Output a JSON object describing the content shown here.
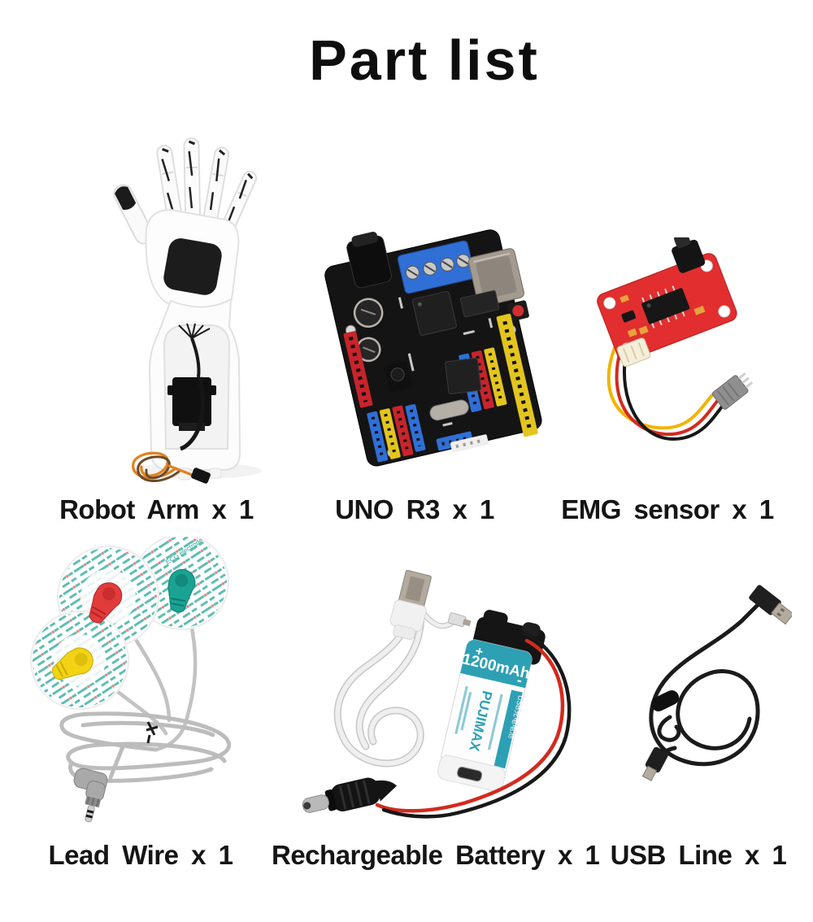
{
  "page": {
    "title": "Part list",
    "background": "#ffffff"
  },
  "parts": {
    "robot_arm": {
      "label": "Robot Arm x 1"
    },
    "uno_r3": {
      "label": "UNO R3 x 1"
    },
    "emg_sensor": {
      "label": "EMG sensor x 1"
    },
    "lead_wire": {
      "label": "Lead Wire x 1",
      "pad_print": "ECG electrode"
    },
    "battery": {
      "label": "Rechargeable Battery x 1",
      "capacity": "1200mAh",
      "brand": "PUJIMAX",
      "plus": "+",
      "minus": "-",
      "side_text": "USB充电电池"
    },
    "usb_line": {
      "label": "USB Line x 1"
    }
  },
  "colors": {
    "teal": "#2da0b4",
    "board_red": "#e22e2e",
    "pcb_black": "#141414",
    "header_red": "#c8242b",
    "header_yellow": "#e3c51e",
    "header_blue": "#2f6fd6",
    "snap_red": "#e23b3b",
    "snap_green": "#1aa392",
    "snap_yellow": "#f3d414",
    "wire_gray": "#c2c2c2",
    "wire_orange": "#e0821e"
  }
}
